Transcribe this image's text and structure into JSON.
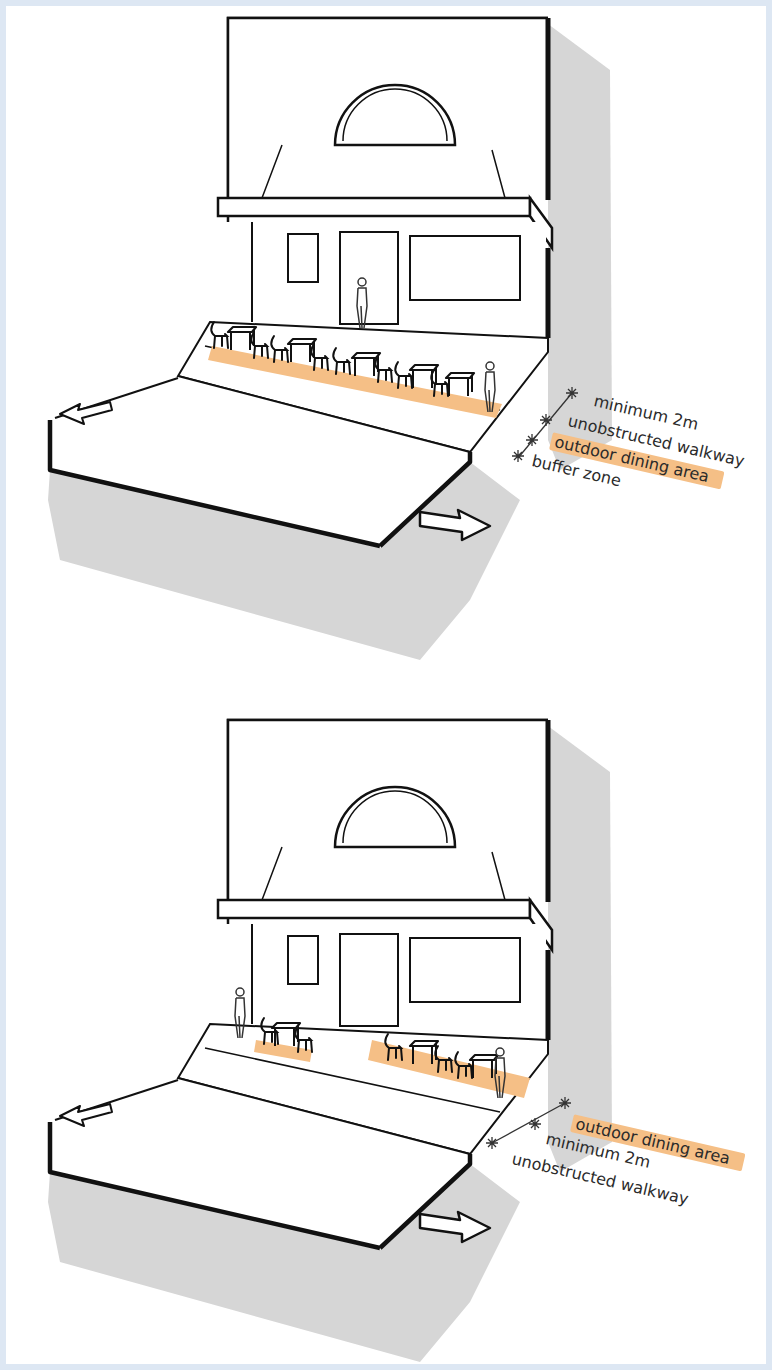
{
  "diagram": {
    "nodes": [
      {
        "text": [
          "outdoor dining area"
        ]
      },
      {
        "text": [
          "outdoor dining area"
        ]
      }
    ],
    "labels": [
      "minimum 2m",
      "unobstructed walkway",
      "buffer zone",
      "minimum 2m",
      "unobstructed walkway"
    ]
  }
}
